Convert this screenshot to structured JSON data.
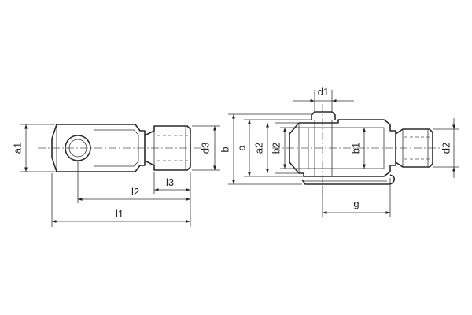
{
  "diagram": {
    "labels": {
      "a1": "a1",
      "l1": "l1",
      "l2": "l2",
      "l3": "l3",
      "d3": "d3",
      "d1": "d1",
      "b": "b",
      "a": "a",
      "a2": "a2",
      "b2": "b2",
      "b1": "b1",
      "d2": "d2",
      "g": "g"
    }
  }
}
